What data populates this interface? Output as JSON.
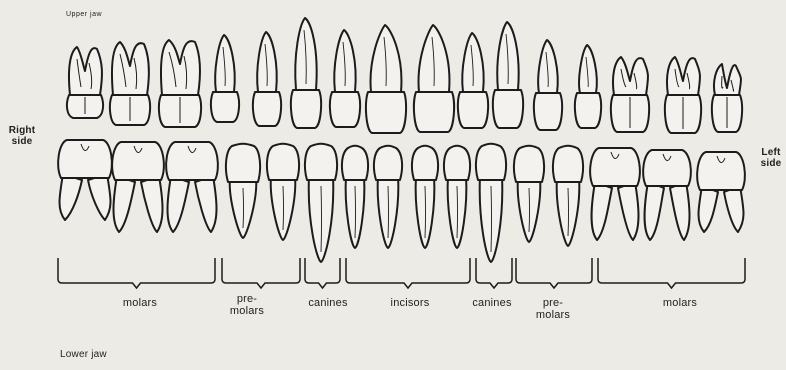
{
  "labels": {
    "upper_jaw": "Upper jaw",
    "right_side": [
      "Right",
      "side"
    ],
    "left_side": [
      "Left",
      "side"
    ],
    "lower_jaw": "Lower jaw"
  },
  "groups": [
    {
      "id": "molars-right",
      "lines": [
        "molars"
      ]
    },
    {
      "id": "premolars-right",
      "lines": [
        "pre-",
        "molars"
      ]
    },
    {
      "id": "canines-right",
      "lines": [
        "canines"
      ]
    },
    {
      "id": "incisors",
      "lines": [
        "incisors"
      ]
    },
    {
      "id": "canines-left",
      "lines": [
        "canines"
      ]
    },
    {
      "id": "premolars-left",
      "lines": [
        "pre-",
        "molars"
      ]
    },
    {
      "id": "molars-left",
      "lines": [
        "molars"
      ]
    }
  ],
  "colors": {
    "ink": "#1c1c1c",
    "paper": "#ecebe6",
    "tooth_fill": "#f3f2ee"
  }
}
